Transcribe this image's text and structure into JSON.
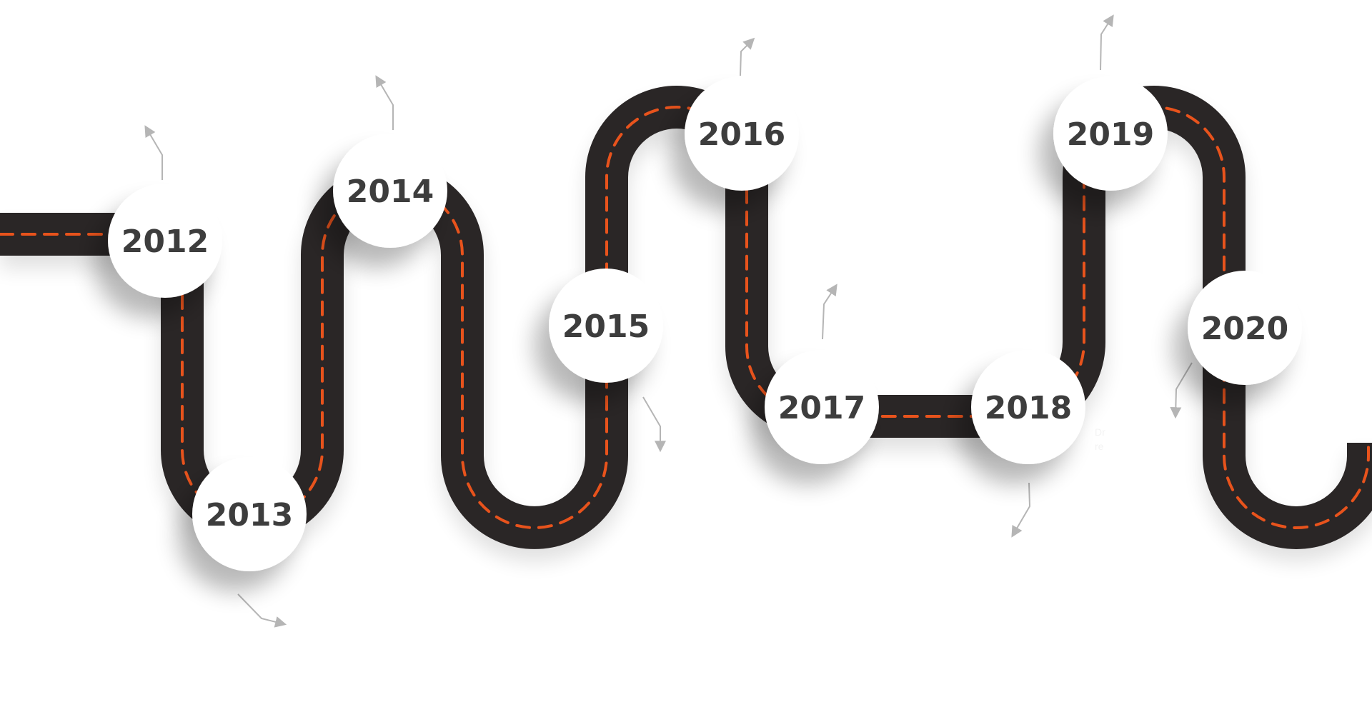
{
  "roadmap": {
    "colors": {
      "road": "#2b2626",
      "dash": "#e8531f",
      "badge": "#ffffff",
      "year_text": "#3d3d3d",
      "arrow": "#b5b5b5"
    },
    "milestones": [
      {
        "year": "2012"
      },
      {
        "year": "2013"
      },
      {
        "year": "2014"
      },
      {
        "year": "2015"
      },
      {
        "year": "2016"
      },
      {
        "year": "2017"
      },
      {
        "year": "2018"
      },
      {
        "year": "2019"
      },
      {
        "year": "2020"
      }
    ],
    "faint_text": [
      "Dr",
      "re"
    ]
  }
}
